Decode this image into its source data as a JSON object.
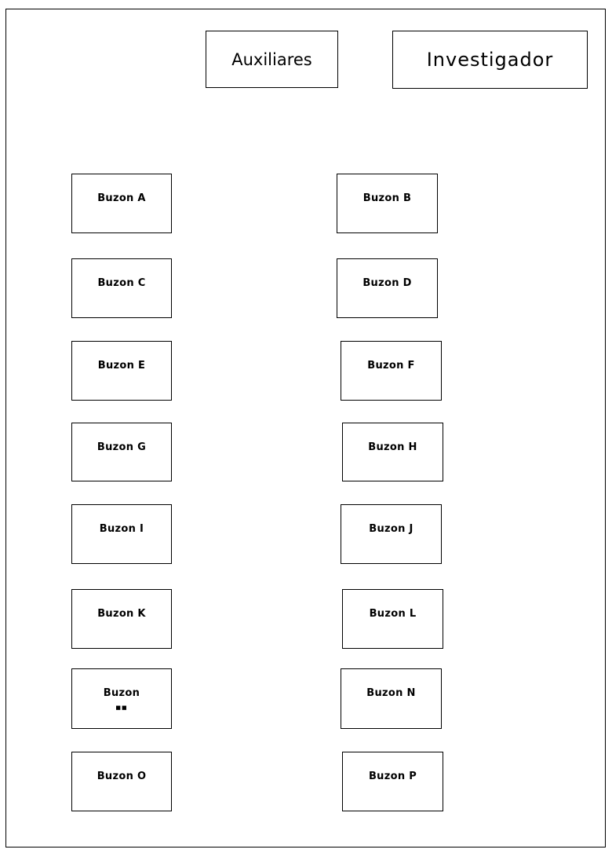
{
  "headers": {
    "auxiliares": "Auxiliares",
    "investigador": "Investigador"
  },
  "buzones": {
    "a": "Buzon A",
    "b": "Buzon B",
    "c": "Buzon C",
    "d": "Buzon D",
    "e": "Buzon E",
    "f": "Buzon F",
    "g": "Buzon G",
    "h": "Buzon H",
    "i": "Buzon I",
    "j": "Buzon J",
    "k": "Buzon K",
    "l": "Buzon L",
    "m_line1": "Buzon",
    "m_line2": "■■",
    "n": "Buzon N",
    "o": "Buzon O",
    "p": "Buzon P"
  }
}
